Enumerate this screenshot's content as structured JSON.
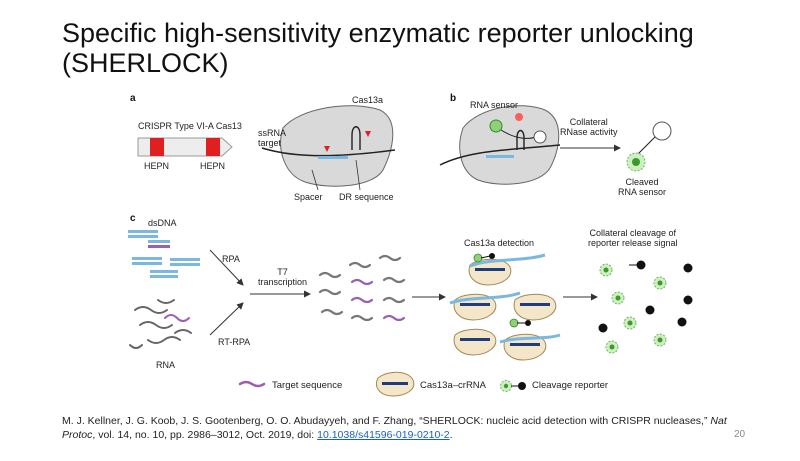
{
  "slide": {
    "title": "Specific high-sensitivity enzymatic reporter unlocking (SHERLOCK)",
    "page_number": "20"
  },
  "panel_a": {
    "label": "a",
    "construct_label": "CRISPR Type VI-A Cas13",
    "hepn1": "HEPN",
    "hepn2": "HEPN",
    "protein_label": "Cas13a",
    "target_label": "ssRNA\ntarget",
    "spacer_label": "Spacer",
    "dr_label": "DR sequence"
  },
  "panel_b": {
    "label": "b",
    "sensor_label": "RNA sensor",
    "activity_label": "Collateral\nRNase activity",
    "cleaved_label": "Cleaved\nRNA sensor"
  },
  "panel_c": {
    "label": "c",
    "dsdna_label": "dsDNA",
    "rpa_label": "RPA",
    "rna_label": "RNA",
    "rtrpa_label": "RT-RPA",
    "t7_label": "T7\ntranscription",
    "detection_label": "Cas13a detection",
    "cleavage_label": "Collateral cleavage of\nreporter release signal"
  },
  "legend": {
    "target_sequence": "Target sequence",
    "cas13a_crrna": "Cas13a–crRNA",
    "cleavage_reporter": "Cleavage reporter"
  },
  "citation": {
    "text_before_journal": "M. J. Kellner, J. G. Koob, J. S. Gootenberg, O. O. Abudayyeh, and F. Zhang, “SHERLOCK: nucleic acid detection with CRISPR nucleases,” ",
    "journal": "Nat Protoc",
    "text_after_journal": ", vol. 14, no. 10, pp. 2986–3012, Oct. 2019, doi: ",
    "doi": "10.1038/s41596-019-0210-2",
    "end": "."
  },
  "colors": {
    "hepn_red": "#e02020",
    "dna_blue": "#7ab8e0",
    "target_purple": "#9a5fb0",
    "protein_gray": "#d9d9d9",
    "cas_tan": "#f3e6c9",
    "reporter_green": "#8fd17a",
    "link_blue": "#1a5fc7"
  }
}
